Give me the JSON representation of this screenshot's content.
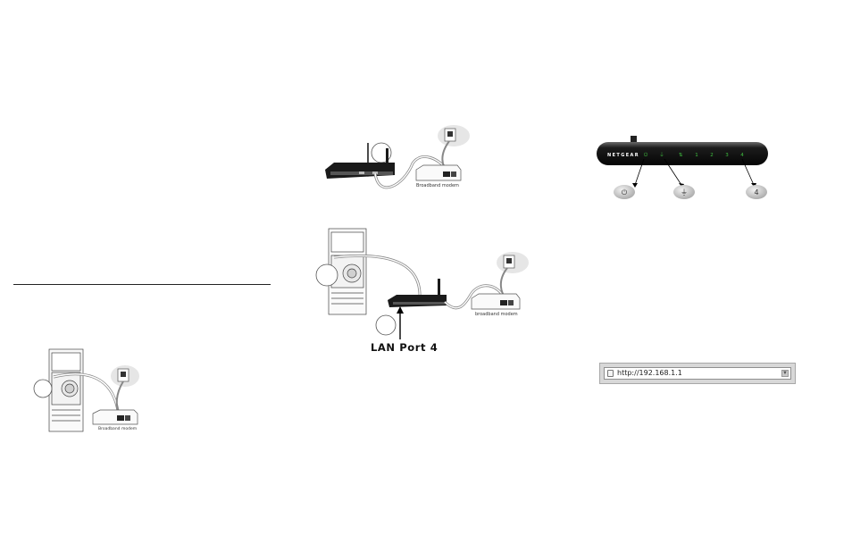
{
  "figure_left": {
    "modem_label": "Broadband modem",
    "callout": ""
  },
  "figure_middle_top": {
    "modem_label": "Broadband modem"
  },
  "figure_middle_bottom": {
    "modem_label": "broadband modem",
    "port_label": "LAN Port 4"
  },
  "router_front": {
    "brand": "NETGEAR",
    "led_labels": [
      "⏻",
      "⏚",
      "⇅",
      "1",
      "2",
      "3",
      "4"
    ],
    "callouts": [
      "⏻",
      "⏚",
      "4"
    ]
  },
  "address_bar": {
    "url": "http://192.168.1.1"
  },
  "colors": {
    "router_body": "#111111",
    "led_green": "#3fbf3f",
    "callout_fill": "#c8c8c8"
  }
}
